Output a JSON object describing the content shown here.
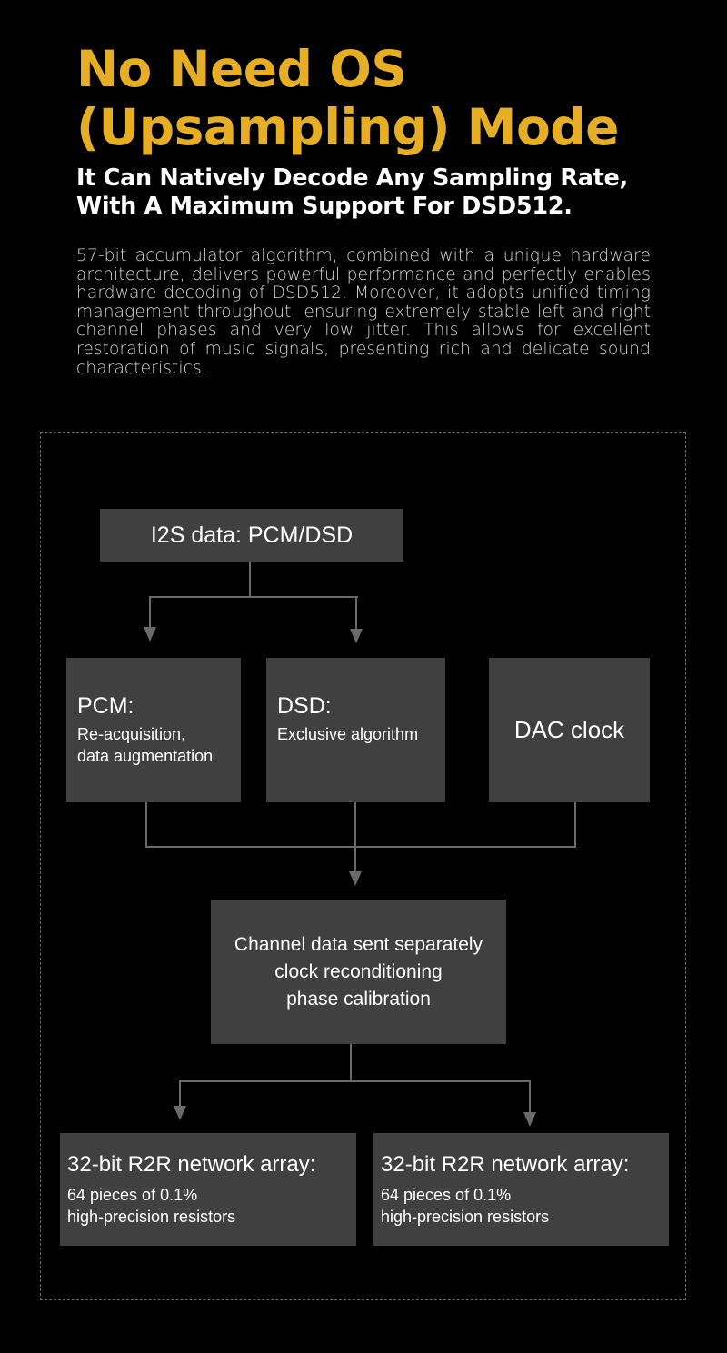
{
  "header": {
    "title_line1": "No Need OS",
    "title_line2": "(Upsampling) Mode",
    "subtitle_line1": "It Can Natively Decode Any Sampling Rate,",
    "subtitle_line2": "With A Maximum Support For DSD512.",
    "description": "57-bit accumulator algorithm, combined with a unique hardware architecture, delivers powerful performance and perfectly enables hardware decoding of DSD512. Moreover, it adopts unified timing management throughout, ensuring extremely stable left and right channel phases and very low jitter. This allows for excellent restoration of music signals, presenting rich and delicate sound characteristics."
  },
  "colors": {
    "background": "#000000",
    "accent": "#E5AE24",
    "box_fill": "#404040",
    "connector": "#6a6a6a",
    "text": "#ffffff"
  },
  "diagram": {
    "input": {
      "label": "I2S data: PCM/DSD"
    },
    "pcm": {
      "title": "PCM:",
      "line1": "Re-acquisition,",
      "line2": "data augmentation"
    },
    "dsd": {
      "title": "DSD:",
      "line1": "Exclusive algorithm"
    },
    "dac_clock": {
      "label": "DAC clock"
    },
    "processing": {
      "line1": "Channel data sent separately",
      "line2": "clock reconditioning",
      "line3": "phase calibration"
    },
    "outputs": [
      {
        "title": "32-bit R2R network array:",
        "line1": "64 pieces of 0.1%",
        "line2": "high-precision resistors"
      },
      {
        "title": "32-bit R2R network array:",
        "line1": "64 pieces of 0.1%",
        "line2": "high-precision resistors"
      }
    ]
  }
}
